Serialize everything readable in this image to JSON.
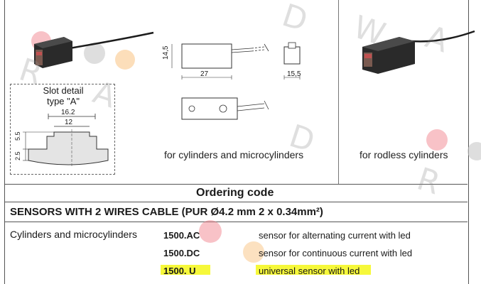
{
  "slot_detail": {
    "title_line1": "Slot detail",
    "title_line2": "type \"A\"",
    "dim_outer": "16.2",
    "dim_inner": "12",
    "dim_height": "5.5",
    "dim_depth": "2.5"
  },
  "middle_drawing": {
    "dim_height": "14,5",
    "dim_length": "27",
    "dim_side": "15,5",
    "caption": "for cylinders and microcylinders"
  },
  "right_drawing": {
    "caption": "for rodless cylinders"
  },
  "ordering": {
    "header": "Ordering code",
    "subheader": "SENSORS WITH 2 WIRES CABLE (PUR Ø4.2 mm 2 x 0.34mm²)",
    "category": "Cylinders and microcylinders",
    "rows": [
      {
        "code": "1500.AC",
        "description": "sensor for alternating current with led"
      },
      {
        "code": "1500.DC",
        "description": "sensor for continuous current with led"
      },
      {
        "code": "1500. U",
        "description": "universal sensor with led"
      }
    ]
  },
  "watermark": {
    "letters": [
      "R",
      "A",
      "D",
      "W",
      "A",
      "R",
      "D"
    ]
  },
  "colors": {
    "highlight": "#f6f83a",
    "line": "#555555",
    "sensor_body": "#2a2a2a"
  }
}
